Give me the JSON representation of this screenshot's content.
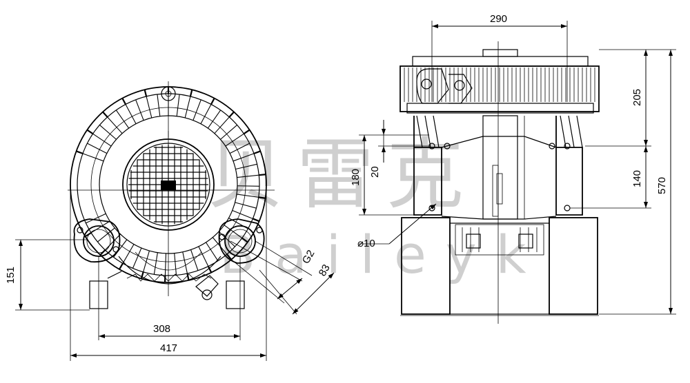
{
  "watermark": {
    "cn": "贝雷克",
    "en": "Baileyk",
    "color": "#cfcfcf"
  },
  "dimensions": {
    "width_total": "417",
    "width_feet": "308",
    "height_outlet": "151",
    "thread": "G2",
    "flange": "83",
    "top_width": "290",
    "height_motor": "205",
    "height_overall": "570",
    "mount_spacing": "140",
    "height_base": "180",
    "offset": "20",
    "hole_dia": "⌀10"
  }
}
